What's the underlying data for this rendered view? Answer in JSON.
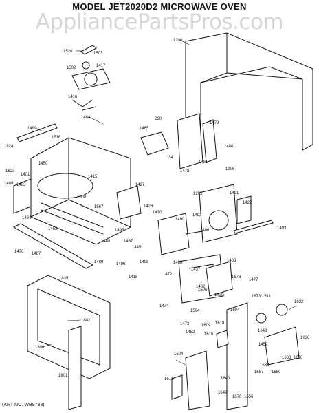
{
  "header": {
    "title": "MODEL JET2020D2 MICROWAVE OVEN",
    "watermark": "AppliancePartsPros.com"
  },
  "footer": {
    "art_number": "(ART NO. WB9733)"
  },
  "callouts": [
    "1200",
    "1520",
    "1503",
    "1502",
    "1417",
    "1416",
    "1484",
    "1499",
    "1516",
    "1824",
    "1823",
    "1401",
    "1488",
    "1483",
    "1450",
    "1415",
    "1427",
    "1428",
    "1430",
    "1500",
    "1567",
    "1453",
    "1484",
    "1495",
    "1448",
    "1467",
    "1445",
    "1498",
    "1476",
    "1487",
    "1489",
    "1496",
    "1418",
    "1835",
    "1802",
    "1800",
    "1801",
    "280",
    "1485",
    "1479",
    "1480",
    "1478",
    "34",
    "1481",
    "1206",
    "1205",
    "1491",
    "1422",
    "1490",
    "1492",
    "1493",
    "1496",
    "1438",
    "1437",
    "1472",
    "1433",
    "1673",
    "1477",
    "1482",
    "1506",
    "1474",
    "1439",
    "1473",
    "1504",
    "1452",
    "1609",
    "1616",
    "1618",
    "1604",
    "1673",
    "1511",
    "1632",
    "1643",
    "1459",
    "1636",
    "1640",
    "1638",
    "1668",
    "1636",
    "1611",
    "1642",
    "1670",
    "1656",
    "1687",
    "1680",
    "1604"
  ]
}
